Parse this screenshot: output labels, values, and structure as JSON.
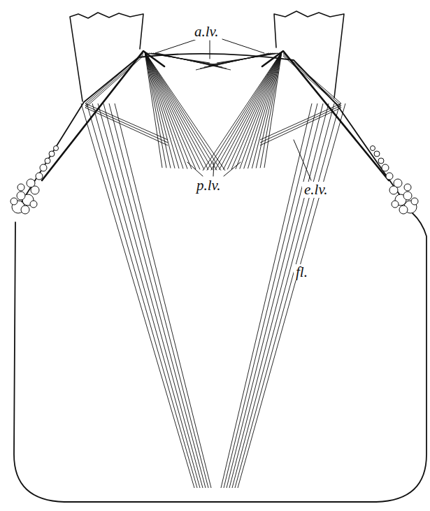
{
  "diagram": {
    "labels": [
      "a.lv.",
      "p.lv.",
      "e.lv.",
      "fl."
    ]
  }
}
